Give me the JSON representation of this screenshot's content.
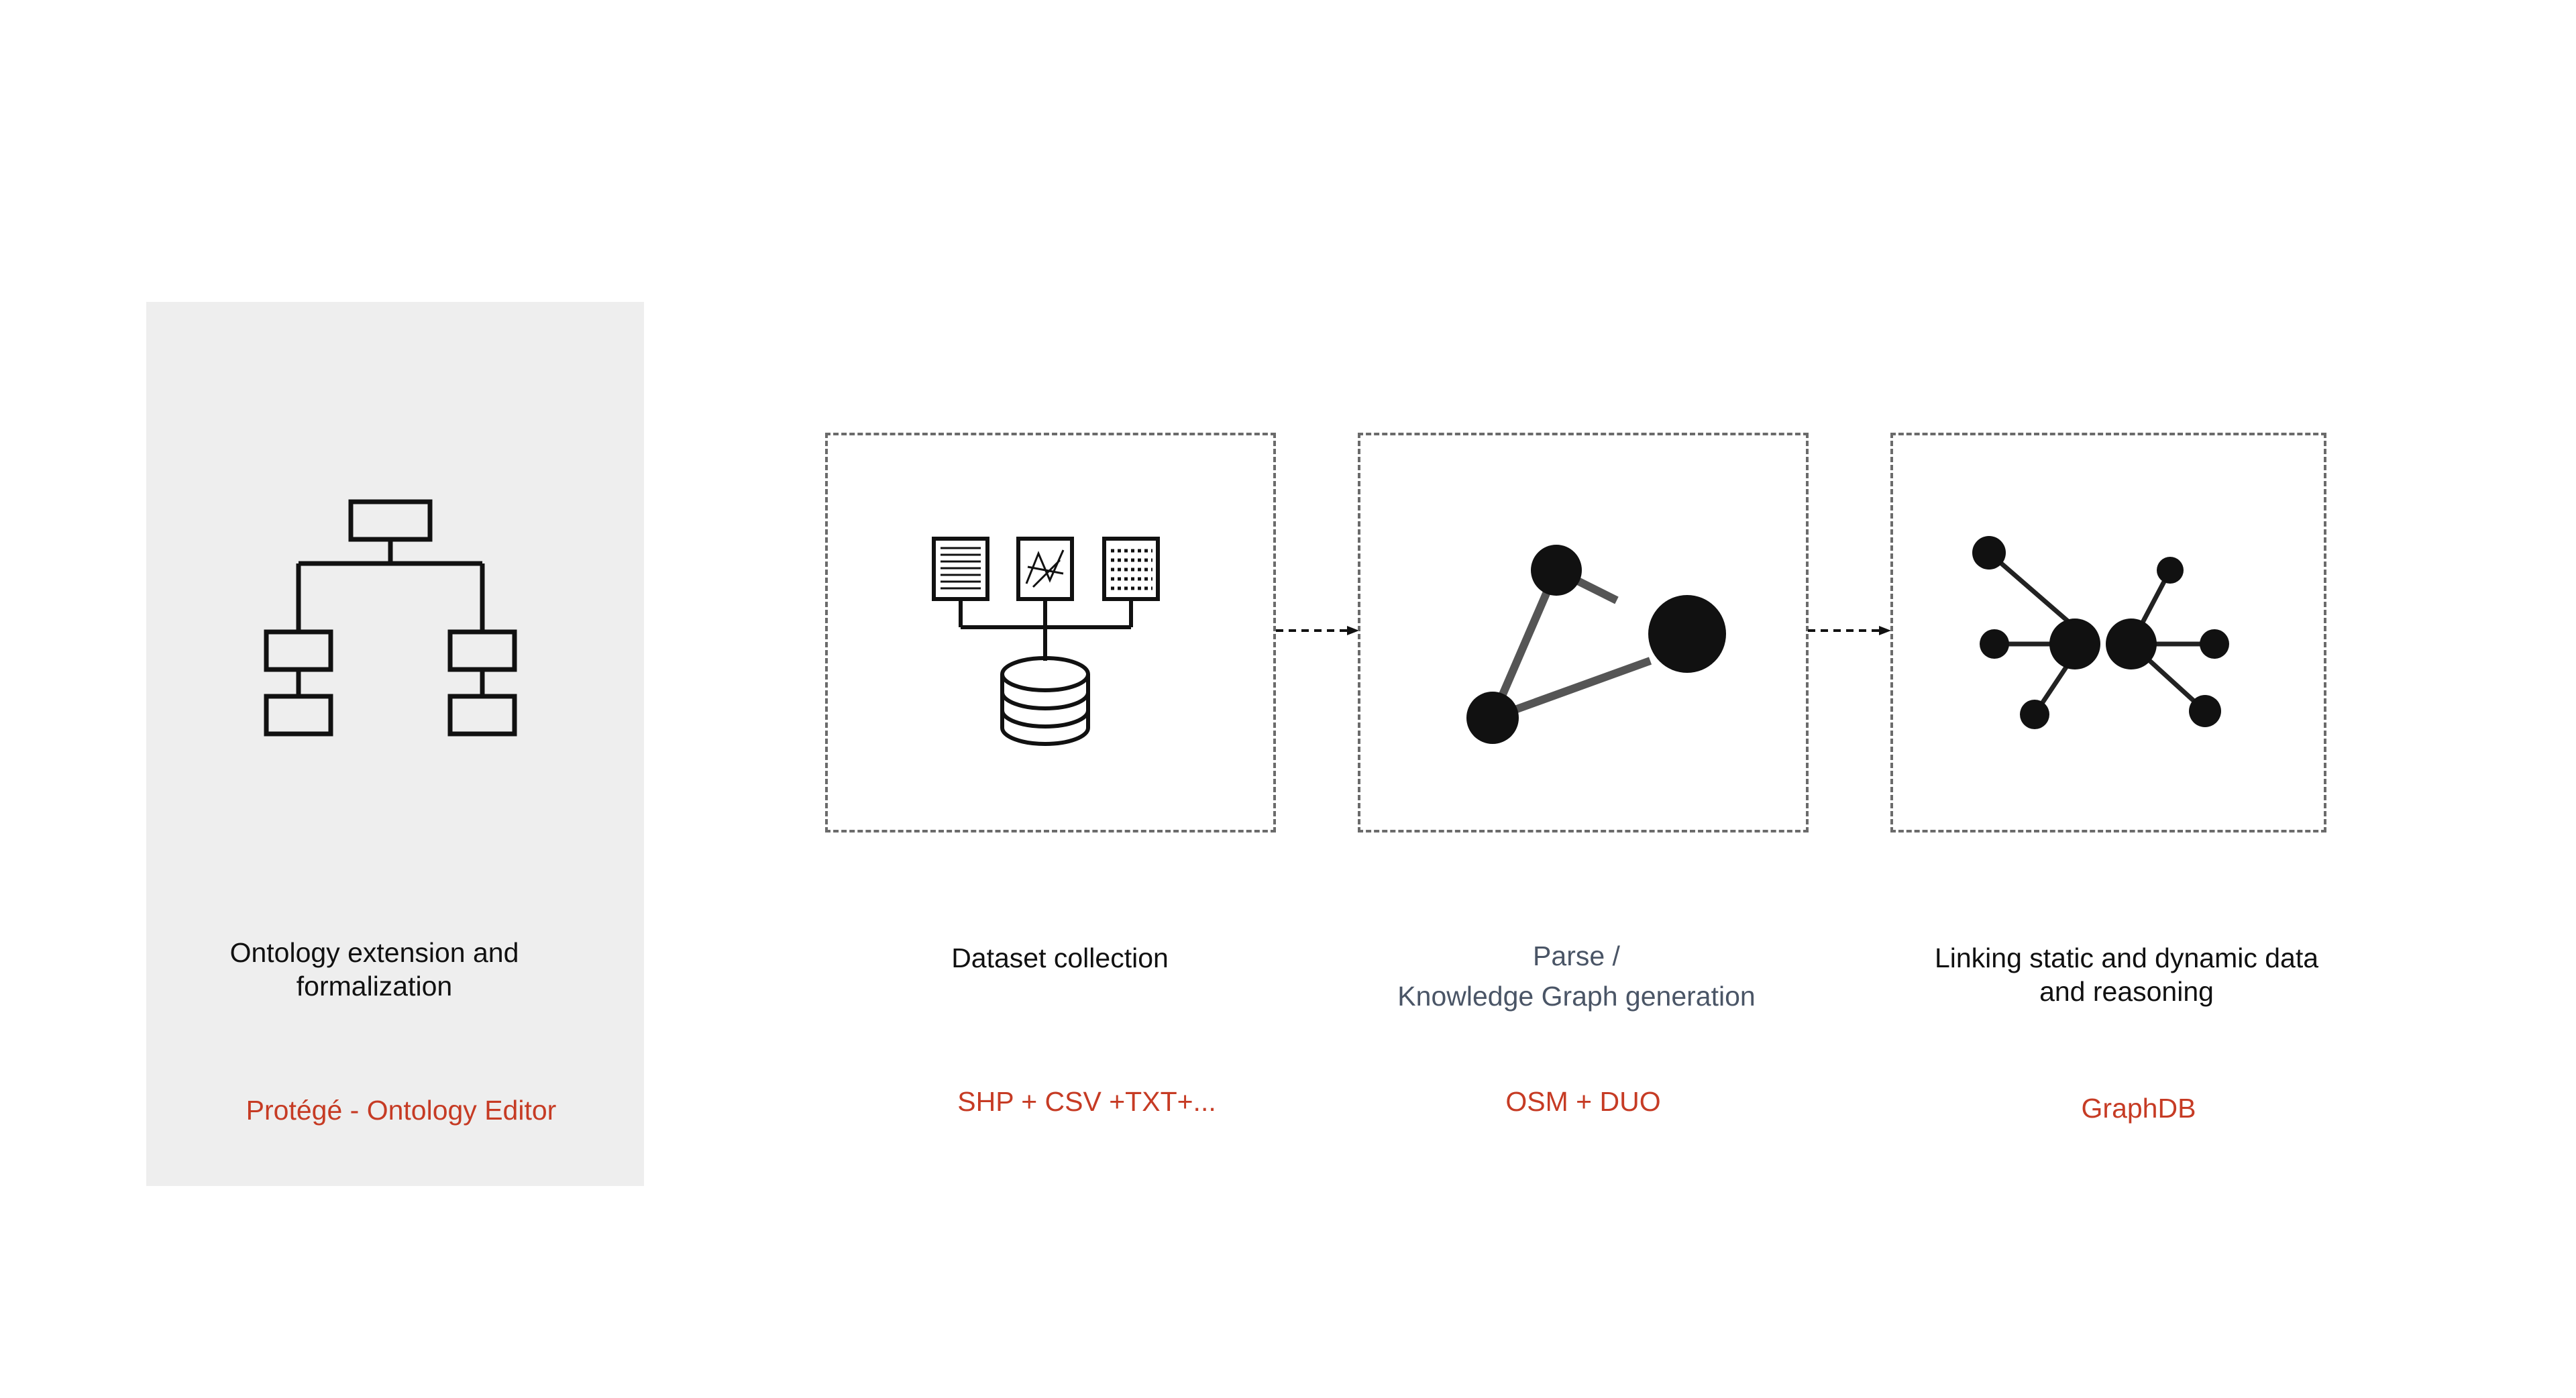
{
  "steps": [
    {
      "id": "ontology",
      "title_line1": "Ontology extension and",
      "title_line2": "formalization",
      "tool": "Protégé - Ontology Editor",
      "icon": "hierarchy-icon"
    },
    {
      "id": "dataset",
      "title_line1": "Dataset collection",
      "title_line2": "",
      "tool": "SHP + CSV +TXT+...",
      "icon": "database-icon"
    },
    {
      "id": "knowledge-graph",
      "title_line1": "Parse /",
      "title_line2": "Knowledge Graph generation",
      "tool": "OSM + DUO",
      "icon": "graph-triangle-icon"
    },
    {
      "id": "linking",
      "title_line1": "Linking static and dynamic data",
      "title_line2": "and reasoning",
      "tool": "GraphDB",
      "icon": "linked-nodes-icon"
    }
  ],
  "colors": {
    "panel_bg": "#eeeeee",
    "tool_text": "#c63b24",
    "dashed_border": "#6b6b6b",
    "muted_text": "#4a5566"
  }
}
